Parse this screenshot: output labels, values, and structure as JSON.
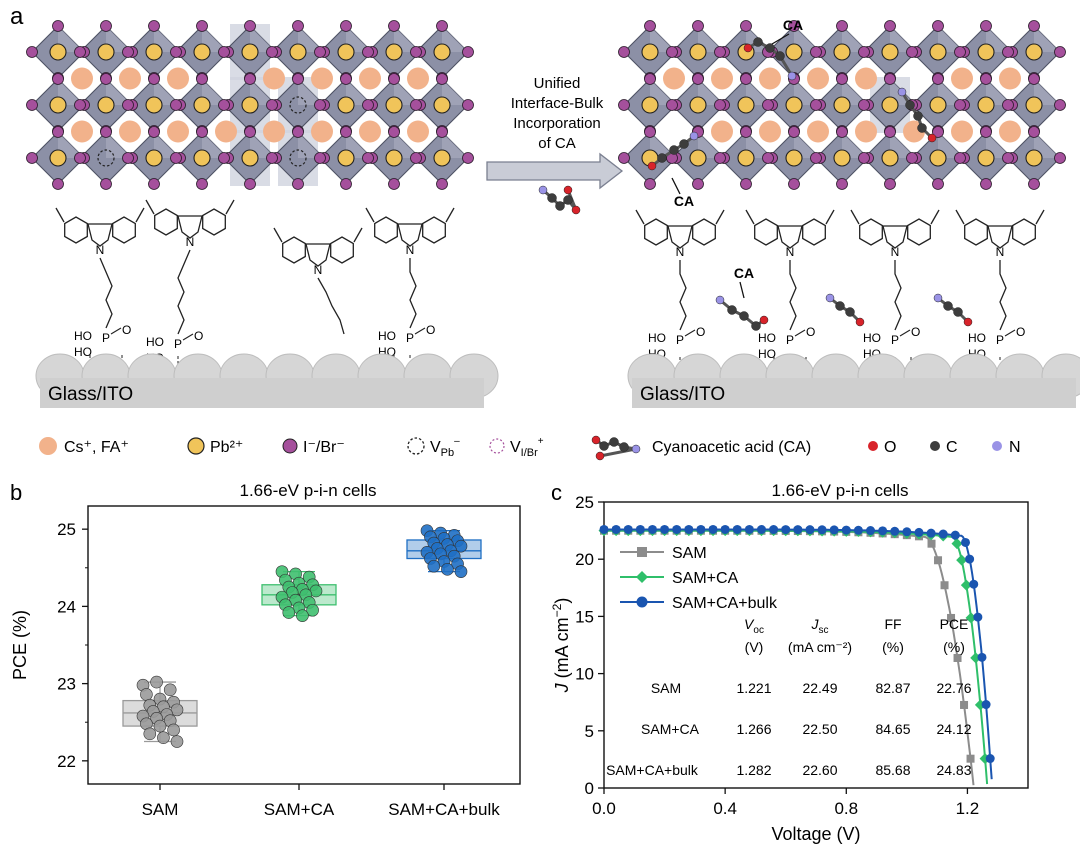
{
  "panel_a": {
    "label": "a",
    "arrow_text": [
      "Unified",
      "Interface-Bulk",
      "Incorporation",
      "of CA"
    ],
    "substrate_label": "Glass/ITO",
    "ca_tag": "CA",
    "ho_text": "HO",
    "p_text": "P",
    "o_text": "O",
    "n_text": "N",
    "colors": {
      "cation": "#f2b28b",
      "pb": "#f0c45a",
      "halide": "#a5509c",
      "octahedron": "#6c7188",
      "lattice_bg": "#cfd3df",
      "carbon": "#3d3d3d",
      "oxygen": "#d8232a",
      "nitrogen": "#9a93e6"
    }
  },
  "legend": {
    "cation": "Cs⁺, FA⁺",
    "pb": "Pb²⁺",
    "halide": "I⁻/Br⁻",
    "v_pb": "V",
    "v_pb_sub": "Pb",
    "v_pb_sup": "–",
    "v_i": "V",
    "v_i_sub": "I/Br",
    "v_i_sup": "+",
    "ca": "Cyanoacetic acid (CA)",
    "o": "O",
    "c": "C",
    "n": "N"
  },
  "chart_data": [
    {
      "panel": "b",
      "type": "box",
      "title": "1.66-eV p-i-n cells",
      "xlabel": "",
      "ylabel": "PCE (%)",
      "categories": [
        "SAM",
        "SAM+CA",
        "SAM+CA+bulk"
      ],
      "ylim": [
        21.7,
        25.3
      ],
      "yticks": [
        22,
        23,
        24,
        25
      ],
      "box_colors": [
        "#9a9a9a",
        "#3fbf6f",
        "#1f6fc4"
      ],
      "boxes": [
        {
          "q1": 22.45,
          "median": 22.62,
          "q3": 22.78,
          "whisker_low": 22.25,
          "whisker_high": 23.02
        },
        {
          "q1": 24.02,
          "median": 24.15,
          "q3": 24.28,
          "whisker_low": 23.88,
          "whisker_high": 24.45
        },
        {
          "q1": 24.62,
          "median": 24.72,
          "q3": 24.86,
          "whisker_low": 24.45,
          "whisker_high": 24.98
        }
      ],
      "points": [
        [
          22.98,
          23.02,
          22.92,
          22.86,
          22.8,
          22.76,
          22.72,
          22.7,
          22.66,
          22.64,
          22.6,
          22.58,
          22.55,
          22.52,
          22.48,
          22.45,
          22.4,
          22.35,
          22.3,
          22.25
        ],
        [
          24.45,
          24.42,
          24.38,
          24.34,
          24.3,
          24.28,
          24.25,
          24.22,
          24.2,
          24.18,
          24.15,
          24.12,
          24.08,
          24.05,
          24.02,
          23.98,
          23.95,
          23.92,
          23.88
        ],
        [
          24.98,
          24.95,
          24.92,
          24.9,
          24.88,
          24.85,
          24.82,
          24.8,
          24.78,
          24.75,
          24.72,
          24.7,
          24.68,
          24.65,
          24.62,
          24.58,
          24.55,
          24.52,
          24.48,
          24.45
        ]
      ]
    },
    {
      "panel": "c",
      "type": "line",
      "title": "1.66-eV p-i-n cells",
      "xlabel": "Voltage (V)",
      "ylabel_italic": "J",
      "ylabel_rest": " (mA cm",
      "ylabel_sup": "−2",
      "ylabel_end": ")",
      "xlim": [
        0.0,
        1.4
      ],
      "ylim": [
        0,
        25
      ],
      "xticks": [
        0.0,
        0.4,
        0.8,
        1.2
      ],
      "yticks": [
        0,
        5,
        10,
        15,
        20,
        25
      ],
      "series": [
        {
          "name": "SAM",
          "color": "#8c8c8c",
          "marker": "square",
          "jsc": 22.49,
          "voc": 1.221,
          "vk": 1.06
        },
        {
          "name": "SAM+CA",
          "color": "#2fbf6a",
          "marker": "diamond",
          "jsc": 22.5,
          "voc": 1.266,
          "vk": 1.15
        },
        {
          "name": "SAM+CA+bulk",
          "color": "#1a55b0",
          "marker": "circle",
          "jsc": 22.6,
          "voc": 1.282,
          "vk": 1.18
        }
      ],
      "table": {
        "headers": [
          {
            "main": "V",
            "sub": "oc",
            "unit": "(V)"
          },
          {
            "main": "J",
            "sub": "sc",
            "unit": "(mA cm⁻²)"
          },
          {
            "main": "FF",
            "sub": "",
            "unit": "(%)"
          },
          {
            "main": "PCE",
            "sub": "",
            "unit": "(%)"
          }
        ],
        "rows": [
          {
            "label": "SAM",
            "voc": "1.221",
            "jsc": "22.49",
            "ff": "82.87",
            "pce": "22.76"
          },
          {
            "label": "SAM+CA",
            "voc": "1.266",
            "jsc": "22.50",
            "ff": "84.65",
            "pce": "24.12"
          },
          {
            "label": "SAM+CA+bulk",
            "voc": "1.282",
            "jsc": "22.60",
            "ff": "85.68",
            "pce": "24.83"
          }
        ]
      }
    }
  ],
  "panel_labels": {
    "b": "b",
    "c": "c"
  }
}
